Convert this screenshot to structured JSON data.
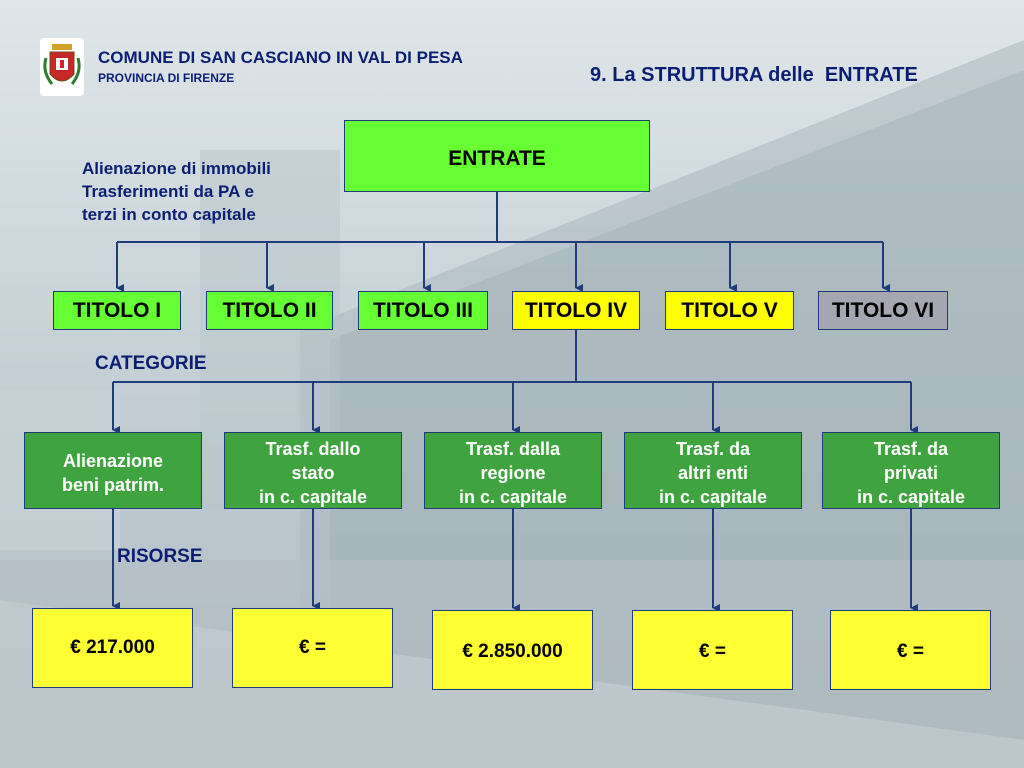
{
  "header": {
    "org_name": "COMUNE DI SAN CASCIANO IN VAL DI PESA",
    "province": "PROVINCIA DI FIRENZE",
    "slide_title": "9. La STRUTTURA delle  ENTRATE"
  },
  "root": {
    "label": "ENTRATE"
  },
  "note": {
    "lines": [
      "Alienazione di immobili",
      "Trasferimenti da PA e",
      "terzi in conto capitale"
    ]
  },
  "titoli": [
    {
      "label": "TITOLO I"
    },
    {
      "label": "TITOLO II"
    },
    {
      "label": "TITOLO III"
    },
    {
      "label": "TITOLO IV"
    },
    {
      "label": "TITOLO V"
    },
    {
      "label": "TITOLO VI"
    }
  ],
  "categorie_label": "CATEGORIE",
  "categorie": [
    {
      "label": "Alienazione\nbeni patrim."
    },
    {
      "label": "Trasf. dallo\nstato\nin c. capitale"
    },
    {
      "label": "Trasf. dalla\nregione\nin c. capitale"
    },
    {
      "label": "Trasf. da\naltri enti\nin c. capitale"
    },
    {
      "label": "Trasf. da\nprivati\nin c. capitale"
    }
  ],
  "risorse_label": "RISORSE",
  "risorse": [
    {
      "value": "€ 217.000"
    },
    {
      "value": "€ ="
    },
    {
      "value": "€ 2.850.000"
    },
    {
      "value": "€ ="
    },
    {
      "value": "€ ="
    }
  ],
  "colors": {
    "heading_blue": "#0a1f73",
    "green": "#66ff33",
    "yellow": "#ffff00",
    "gray": "#a6a6b3",
    "category_green": "#3fa33f",
    "connector": "#1f3d7a"
  },
  "icons": {
    "logo": "municipal-crest-icon"
  }
}
